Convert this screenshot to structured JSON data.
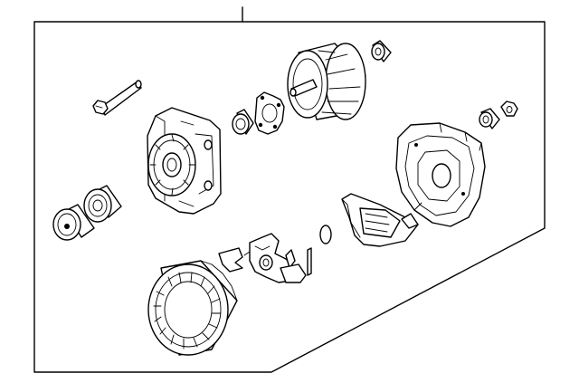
{
  "diagram": {
    "type": "exploded-parts-view",
    "colors": {
      "line": "#000000",
      "background": "#ffffff"
    },
    "parts": [
      "through-bolt",
      "front-pulley-outer",
      "front-pulley-inner",
      "front-housing",
      "bearing",
      "bearing-retainer-plate",
      "rotor",
      "rotor-rear-bearing",
      "stator",
      "regulator-plate",
      "snap-ring",
      "seal-strip",
      "brush-holder",
      "rear-housing",
      "terminal-insulator",
      "terminal-nut"
    ]
  }
}
